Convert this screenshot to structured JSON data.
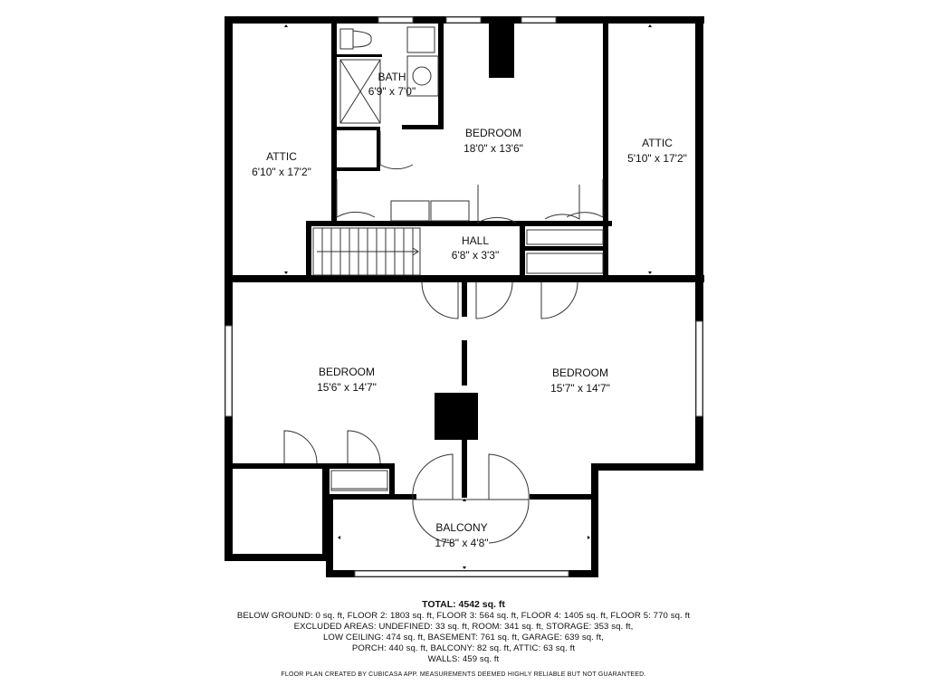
{
  "rooms": {
    "bath": {
      "name": "BATH",
      "dims": "6'9\" x 7'0\""
    },
    "bedroom_top": {
      "name": "BEDROOM",
      "dims": "18'0\" x 13'6\""
    },
    "attic_left": {
      "name": "ATTIC",
      "dims": "6'10\" x 17'2\""
    },
    "attic_right": {
      "name": "ATTIC",
      "dims": "5'10\" x 17'2\""
    },
    "hall": {
      "name": "HALL",
      "dims": "6'8\" x 3'3\""
    },
    "bedroom_left": {
      "name": "BEDROOM",
      "dims": "15'6\" x 14'7\""
    },
    "bedroom_right": {
      "name": "BEDROOM",
      "dims": "15'7\" x 14'7\""
    },
    "balcony": {
      "name": "BALCONY",
      "dims": "17'8\" x 4'8\""
    }
  },
  "summary": {
    "total": "TOTAL: 4542 sq. ft",
    "lines": [
      "BELOW GROUND: 0 sq. ft, FLOOR 2: 1803 sq. ft, FLOOR 3: 564 sq. ft, FLOOR 4: 1405 sq. ft, FLOOR 5: 770 sq. ft",
      "EXCLUDED AREAS: UNDEFINED: 33 sq. ft, ROOM: 341 sq. ft, STORAGE: 353 sq. ft,",
      "LOW CEILING: 474 sq. ft, BASEMENT: 761 sq. ft, GARAGE: 639 sq. ft,",
      "PORCH: 440 sq. ft, BALCONY: 82 sq. ft, ATTIC: 63 sq. ft",
      "WALLS: 459 sq. ft"
    ],
    "disclaimer": "FLOOR PLAN CREATED BY CUBICASA APP. MEASUREMENTS DEEMED HIGHLY RELIABLE BUT NOT GUARANTEED."
  },
  "colors": {
    "wall": "#000000",
    "background": "#ffffff",
    "fixture_line": "#333333"
  }
}
